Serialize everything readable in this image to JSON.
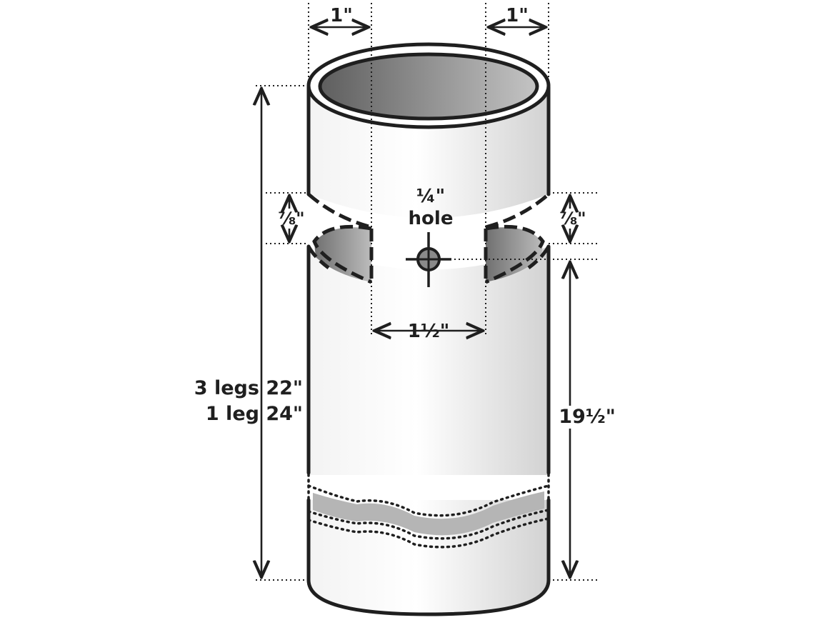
{
  "labels": {
    "top_left_width": "1\"",
    "top_right_width": "1\"",
    "hole_size": "¼\"",
    "hole_word": "hole",
    "notch_left_height": "⅞\"",
    "notch_right_height": "⅞\"",
    "notch_spacing": "1½\"",
    "leg_length_line1": "3 legs 22\"",
    "leg_length_line2": "1 leg 24\"",
    "lower_length": "19½\""
  },
  "colors": {
    "outline": "#1f1f1f",
    "cavity_dark": "#6c6c6c",
    "cavity_light": "#bdbdbd",
    "pipe_light": "#ffffff",
    "pipe_shade": "#d6d6d6",
    "break_band": "#b5b5b5"
  }
}
